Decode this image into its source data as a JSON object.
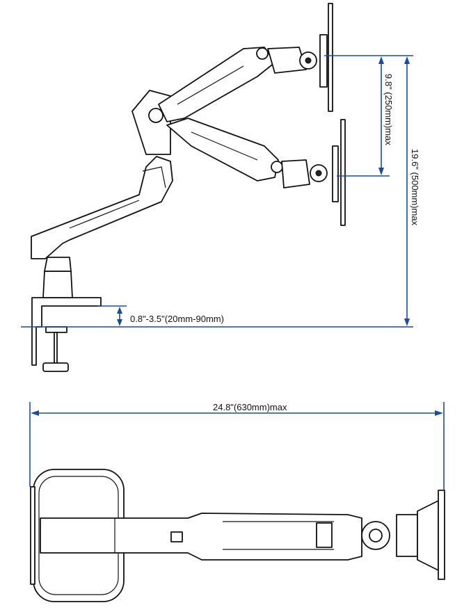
{
  "dimensions": {
    "vertical_travel": "9.8\" (250mm)max",
    "height_max": "19.6\" (500mm)max",
    "clamp_thickness": "0.8\"-3.5\"(20mm-90mm)",
    "reach_max": "24.8\"(630mm)max"
  },
  "colors": {
    "dimension_line": "#1b4c9c",
    "drawing": "#111111"
  }
}
